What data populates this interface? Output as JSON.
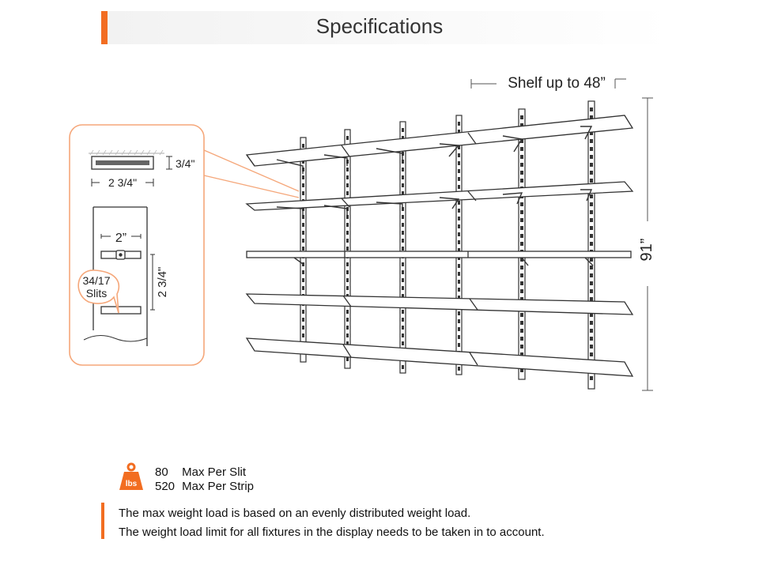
{
  "header": {
    "title": "Specifications",
    "accent_color": "#f26d21"
  },
  "shelf_dimension": {
    "label": "Shelf up to 48”"
  },
  "height_dimension": {
    "label": "91”"
  },
  "detail_callout": {
    "border_color": "#f5a77a",
    "bracket_depth": "3/4\"",
    "bracket_width": "2 3/4\"",
    "strip_width": "2”",
    "slit_spacing": "2 3/4\"",
    "slits_count": "34/17",
    "slits_label": "Slits"
  },
  "weight": {
    "icon": "lbs-weight-icon",
    "icon_text": "lbs",
    "rows": [
      {
        "value": "80",
        "label": "Max Per Slit"
      },
      {
        "value": "520",
        "label": "Max Per Strip"
      }
    ]
  },
  "notes": [
    "The max weight load is based on an evenly distributed weight load.",
    "The weight load limit for all fixtures in the display needs to be taken in to account."
  ]
}
